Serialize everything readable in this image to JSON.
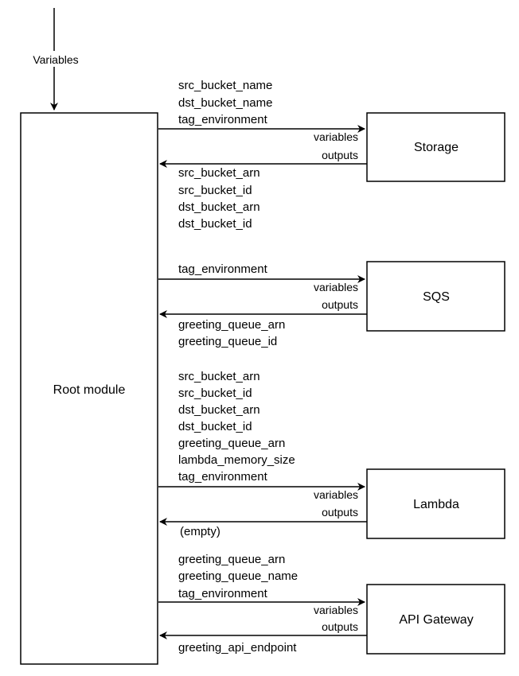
{
  "input_label": "Variables",
  "root_module": {
    "label": "Root module"
  },
  "edge_labels": {
    "variables": "variables",
    "outputs": "outputs"
  },
  "modules": [
    {
      "name": "Storage",
      "inputs": [
        "src_bucket_name",
        "dst_bucket_name",
        "tag_environment"
      ],
      "outputs": [
        "src_bucket_arn",
        "src_bucket_id",
        "dst_bucket_arn",
        "dst_bucket_id"
      ]
    },
    {
      "name": "SQS",
      "inputs": [
        "tag_environment"
      ],
      "outputs": [
        "greeting_queue_arn",
        "greeting_queue_id"
      ]
    },
    {
      "name": "Lambda",
      "inputs": [
        "src_bucket_arn",
        "src_bucket_id",
        "dst_bucket_arn",
        "dst_bucket_id",
        "greeting_queue_arn",
        "lambda_memory_size",
        "tag_environment"
      ],
      "outputs": [
        "(empty)"
      ]
    },
    {
      "name": "API Gateway",
      "inputs": [
        "greeting_queue_arn",
        "greeting_queue_name",
        "tag_environment"
      ],
      "outputs": [
        "greeting_api_endpoint"
      ]
    }
  ]
}
